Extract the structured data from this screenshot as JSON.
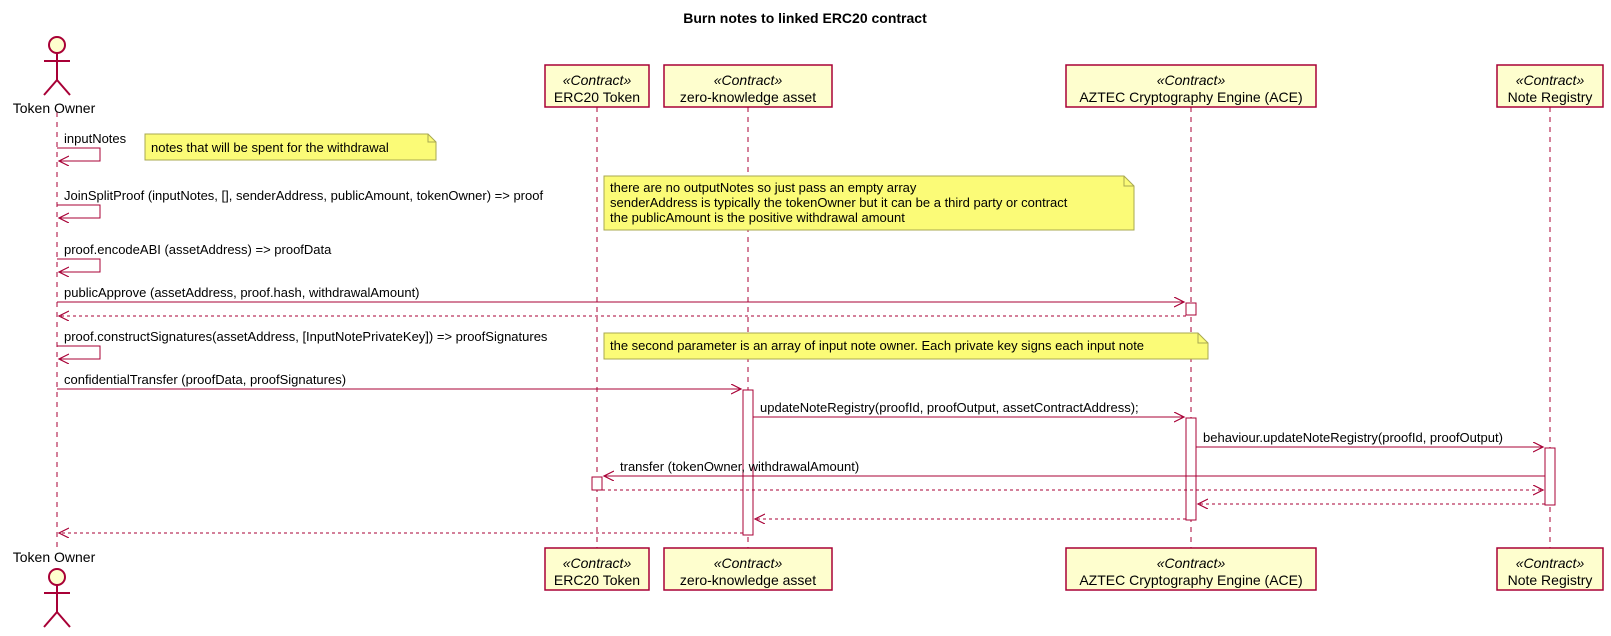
{
  "title": "Burn notes to linked ERC20 contract",
  "colors": {
    "line": "#A80036",
    "box_fill": "#FEFECE",
    "note_fill": "#FBFB77",
    "note_border": "#A8A852"
  },
  "actor": {
    "name": "Token Owner",
    "icon": "actor-stick-figure-icon"
  },
  "participants": [
    {
      "stereotype": "«Contract»",
      "name": "ERC20 Token"
    },
    {
      "stereotype": "«Contract»",
      "name": "zero-knowledge asset"
    },
    {
      "stereotype": "«Contract»",
      "name": "AZTEC Cryptography Engine (ACE)"
    },
    {
      "stereotype": "«Contract»",
      "name": "Note Registry"
    }
  ],
  "messages": [
    {
      "from": "Token Owner",
      "to": "Token Owner",
      "label": "inputNotes",
      "return": false
    },
    {
      "from": "Token Owner",
      "to": "Token Owner",
      "label": "JoinSplitProof (inputNotes, [], senderAddress, publicAmount, tokenOwner) => proof",
      "return": false
    },
    {
      "from": "Token Owner",
      "to": "Token Owner",
      "label": "proof.encodeABI (assetAddress) => proofData",
      "return": false
    },
    {
      "from": "Token Owner",
      "to": "AZTEC Cryptography Engine (ACE)",
      "label": "publicApprove (assetAddress, proof.hash, withdrawalAmount)",
      "return": false
    },
    {
      "from": "AZTEC Cryptography Engine (ACE)",
      "to": "Token Owner",
      "label": "",
      "return": true
    },
    {
      "from": "Token Owner",
      "to": "Token Owner",
      "label": "proof.constructSignatures(assetAddress, [InputNotePrivateKey]) => proofSignatures",
      "return": false
    },
    {
      "from": "Token Owner",
      "to": "zero-knowledge asset",
      "label": "confidentialTransfer (proofData, proofSignatures)",
      "return": false
    },
    {
      "from": "zero-knowledge asset",
      "to": "AZTEC Cryptography Engine (ACE)",
      "label": "updateNoteRegistry(proofId, proofOutput, assetContractAddress);",
      "return": false
    },
    {
      "from": "AZTEC Cryptography Engine (ACE)",
      "to": "Note Registry",
      "label": "behaviour.updateNoteRegistry(proofId, proofOutput)",
      "return": false
    },
    {
      "from": "Note Registry",
      "to": "ERC20 Token",
      "label": "transfer (tokenOwner, withdrawalAmount)",
      "return": false
    },
    {
      "from": "ERC20 Token",
      "to": "Note Registry",
      "label": "",
      "return": true
    },
    {
      "from": "Note Registry",
      "to": "AZTEC Cryptography Engine (ACE)",
      "label": "",
      "return": true
    },
    {
      "from": "AZTEC Cryptography Engine (ACE)",
      "to": "zero-knowledge asset",
      "label": "",
      "return": true
    },
    {
      "from": "zero-knowledge asset",
      "to": "Token Owner",
      "label": "",
      "return": true
    }
  ],
  "notes": [
    {
      "lines": [
        "notes that will be spent for the withdrawal"
      ]
    },
    {
      "lines": [
        "there are no outputNotes so just pass an empty array",
        "senderAddress is typically the tokenOwner but it can be a third party or contract",
        "the publicAmount is the positive withdrawal amount"
      ]
    },
    {
      "lines": [
        "the second parameter is an array of input note owner. Each private key signs each input note"
      ]
    }
  ]
}
